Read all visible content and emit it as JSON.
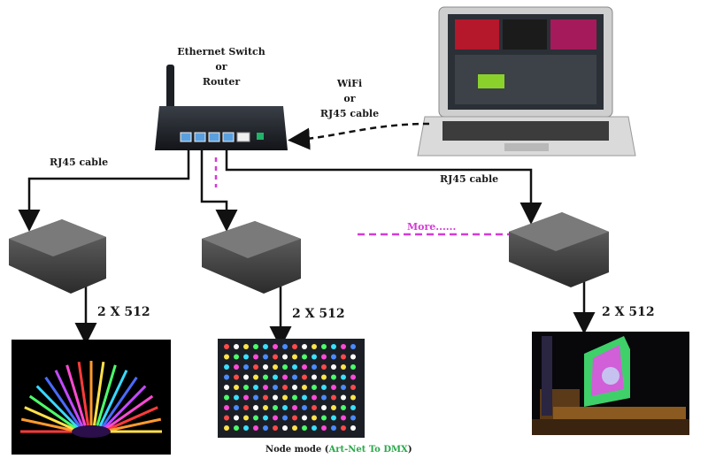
{
  "router": {
    "title_line1": "Ethernet Switch",
    "title_line2": "or",
    "title_line3": "Router",
    "icon": "router-icon"
  },
  "laptop": {
    "icon": "laptop-icon"
  },
  "links": {
    "wifi_line1": "WiFi",
    "wifi_line2": "or",
    "wifi_line3": "RJ45 cable",
    "cable_left": "RJ45 cable",
    "cable_right": "RJ45 cable",
    "more": "More......"
  },
  "nodes": [
    {
      "icon": "dmx-node-icon",
      "channels": "2 X 512"
    },
    {
      "icon": "dmx-node-icon",
      "channels": "2 X 512"
    },
    {
      "icon": "dmx-node-icon",
      "channels": "2 X 512"
    }
  ],
  "footer": {
    "prefix": "Node mode (",
    "accent": "Art-Net To DMX",
    "suffix": ")",
    "accent_color": "#2aa84a"
  },
  "colors": {
    "dashed_magenta": "#d63ad6",
    "line": "#111111"
  }
}
